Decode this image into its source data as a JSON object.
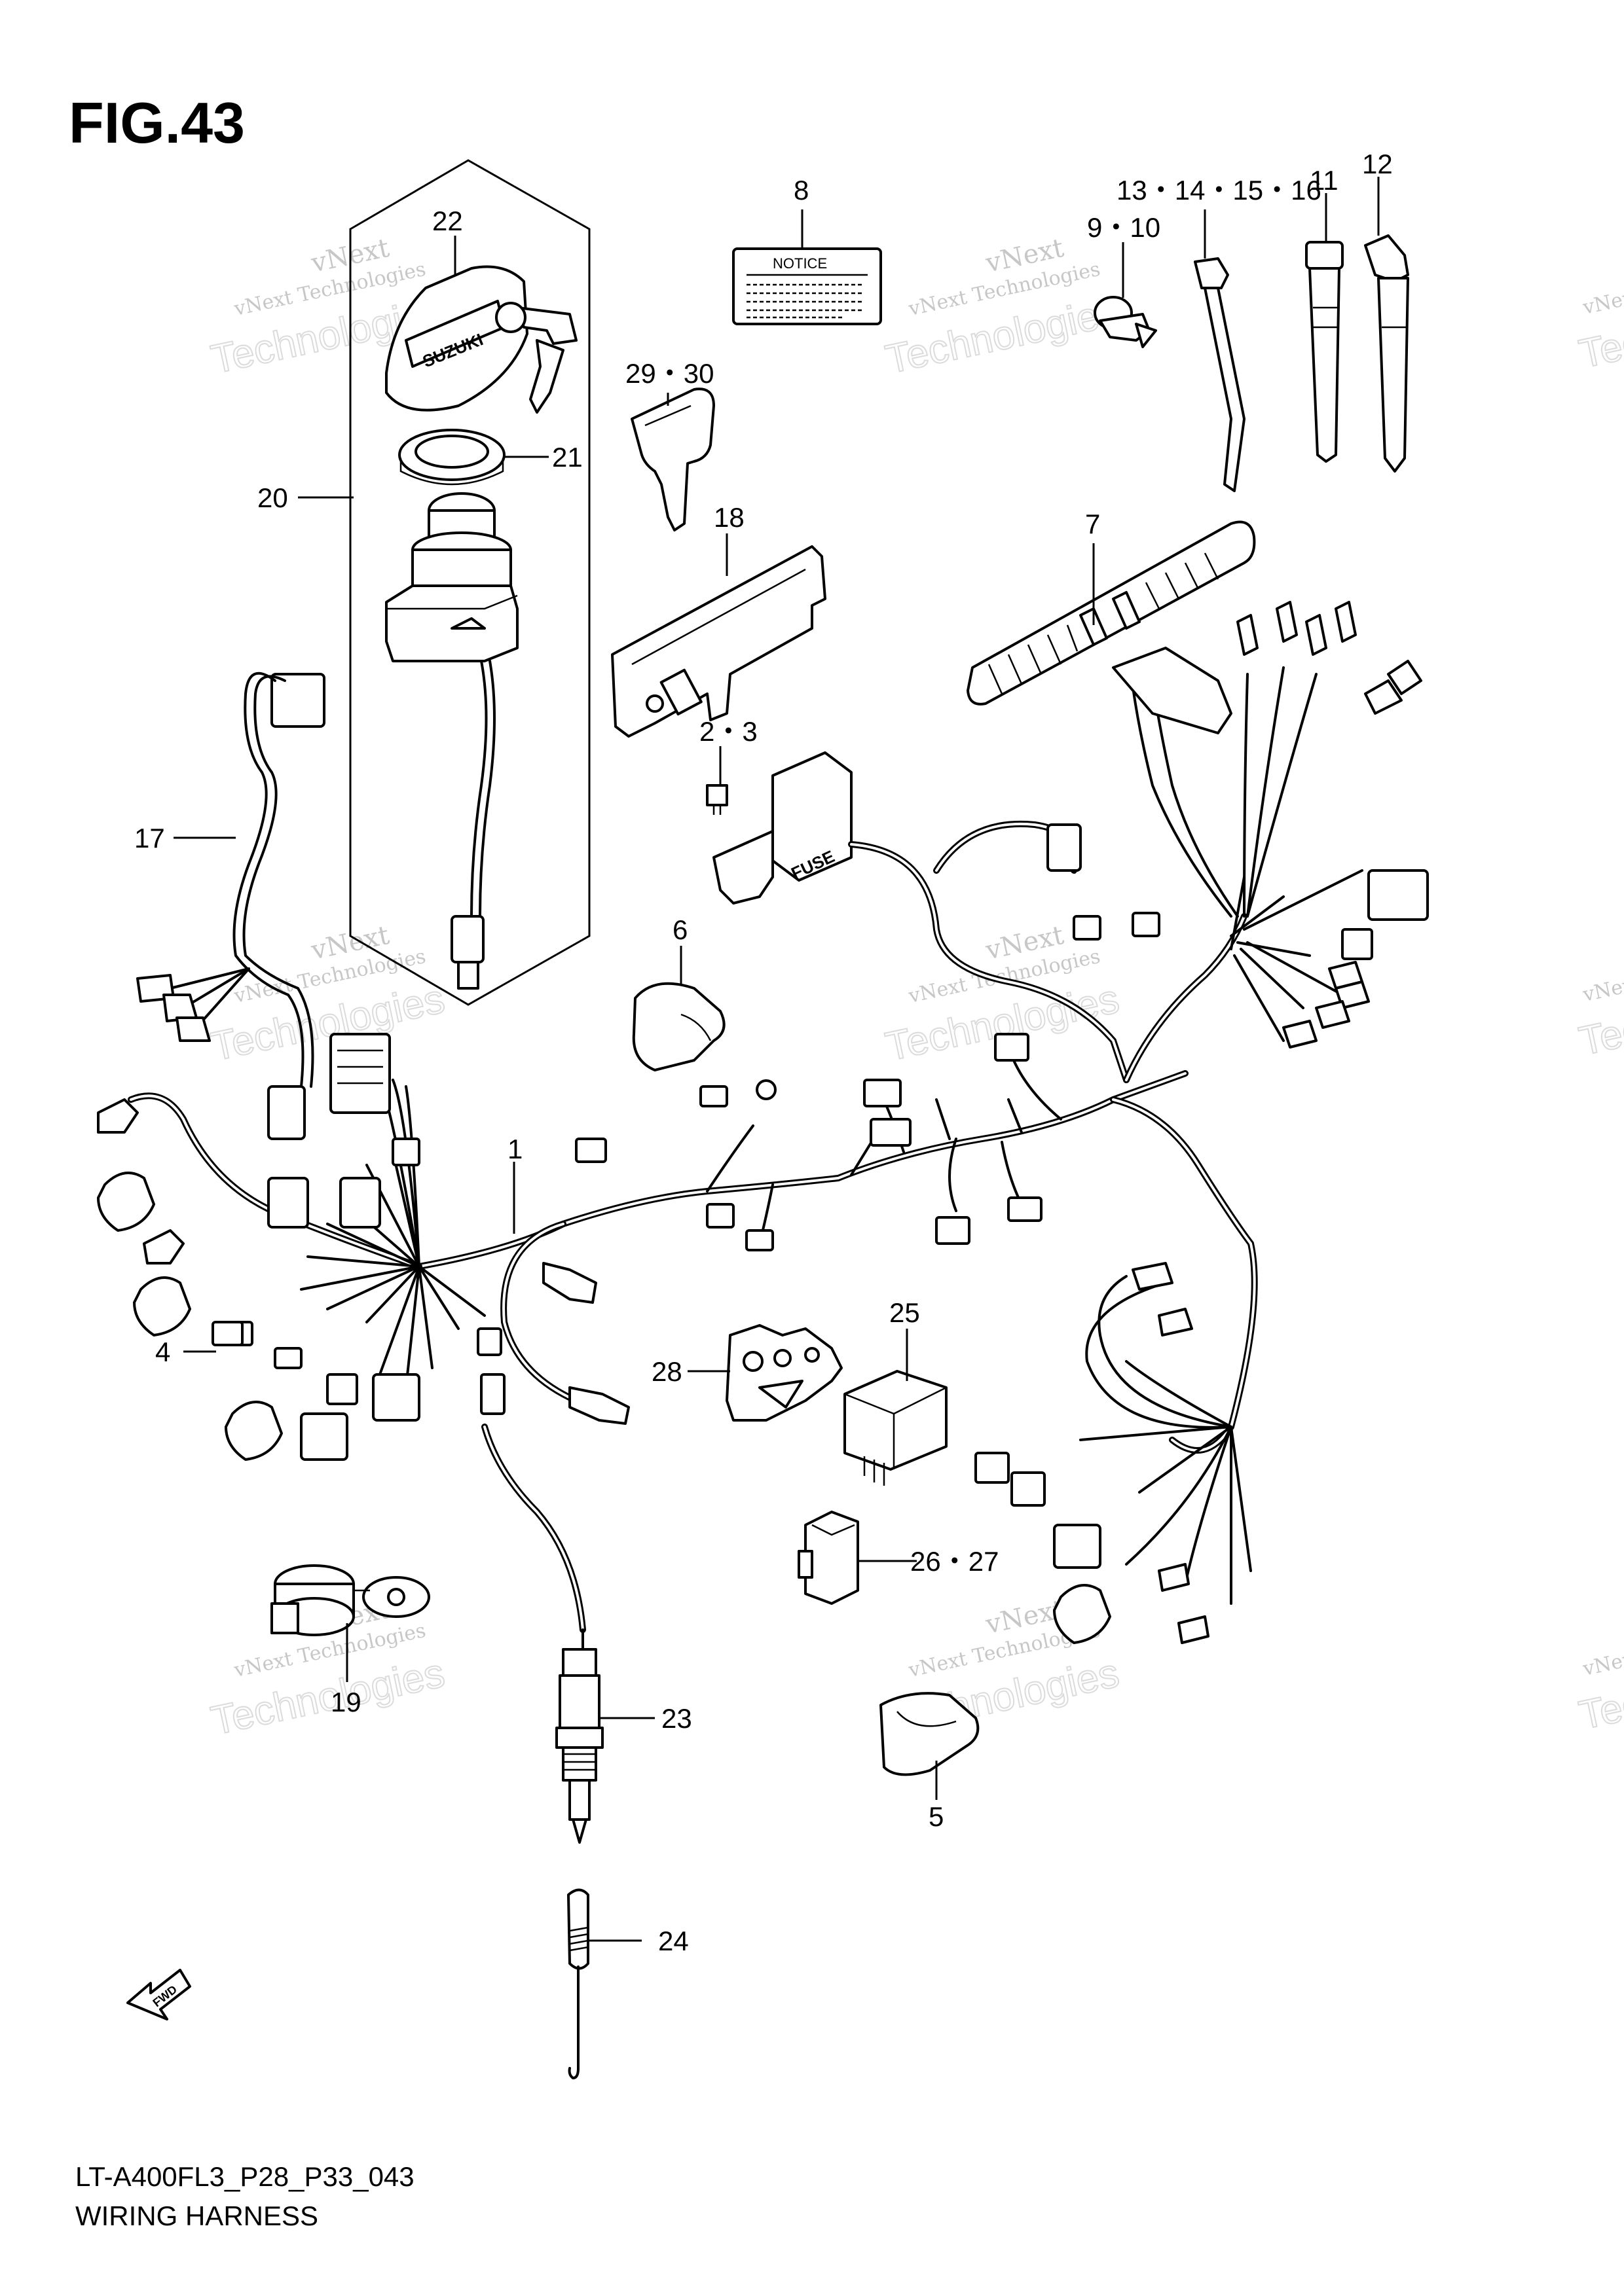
{
  "figure": {
    "title": "FIG.43",
    "code": "LT-A400FL3_P28_P33_043",
    "caption": "WIRING HARNESS",
    "fwd_label": "FWD"
  },
  "labels": {
    "notice": "NOTICE",
    "fuse": "FUSE",
    "brand": "SUZUKI"
  },
  "watermark": {
    "small": "vNext Technologies",
    "big": "Technologies",
    "top": "vNext"
  },
  "callouts": [
    {
      "id": "c1",
      "text": "1"
    },
    {
      "id": "c2_3",
      "text": "2・3"
    },
    {
      "id": "c4",
      "text": "4"
    },
    {
      "id": "c5",
      "text": "5"
    },
    {
      "id": "c6",
      "text": "6"
    },
    {
      "id": "c7",
      "text": "7"
    },
    {
      "id": "c8",
      "text": "8"
    },
    {
      "id": "c9_10",
      "text": "9・10"
    },
    {
      "id": "c11",
      "text": "11"
    },
    {
      "id": "c12",
      "text": "12"
    },
    {
      "id": "c13_16",
      "text": "13・14・15・16"
    },
    {
      "id": "c17",
      "text": "17"
    },
    {
      "id": "c18",
      "text": "18"
    },
    {
      "id": "c19",
      "text": "19"
    },
    {
      "id": "c20",
      "text": "20"
    },
    {
      "id": "c21",
      "text": "21"
    },
    {
      "id": "c22",
      "text": "22"
    },
    {
      "id": "c23",
      "text": "23"
    },
    {
      "id": "c24",
      "text": "24"
    },
    {
      "id": "c25",
      "text": "25"
    },
    {
      "id": "c26_27",
      "text": "26・27"
    },
    {
      "id": "c28",
      "text": "28"
    },
    {
      "id": "c29_30",
      "text": "29・30"
    }
  ]
}
